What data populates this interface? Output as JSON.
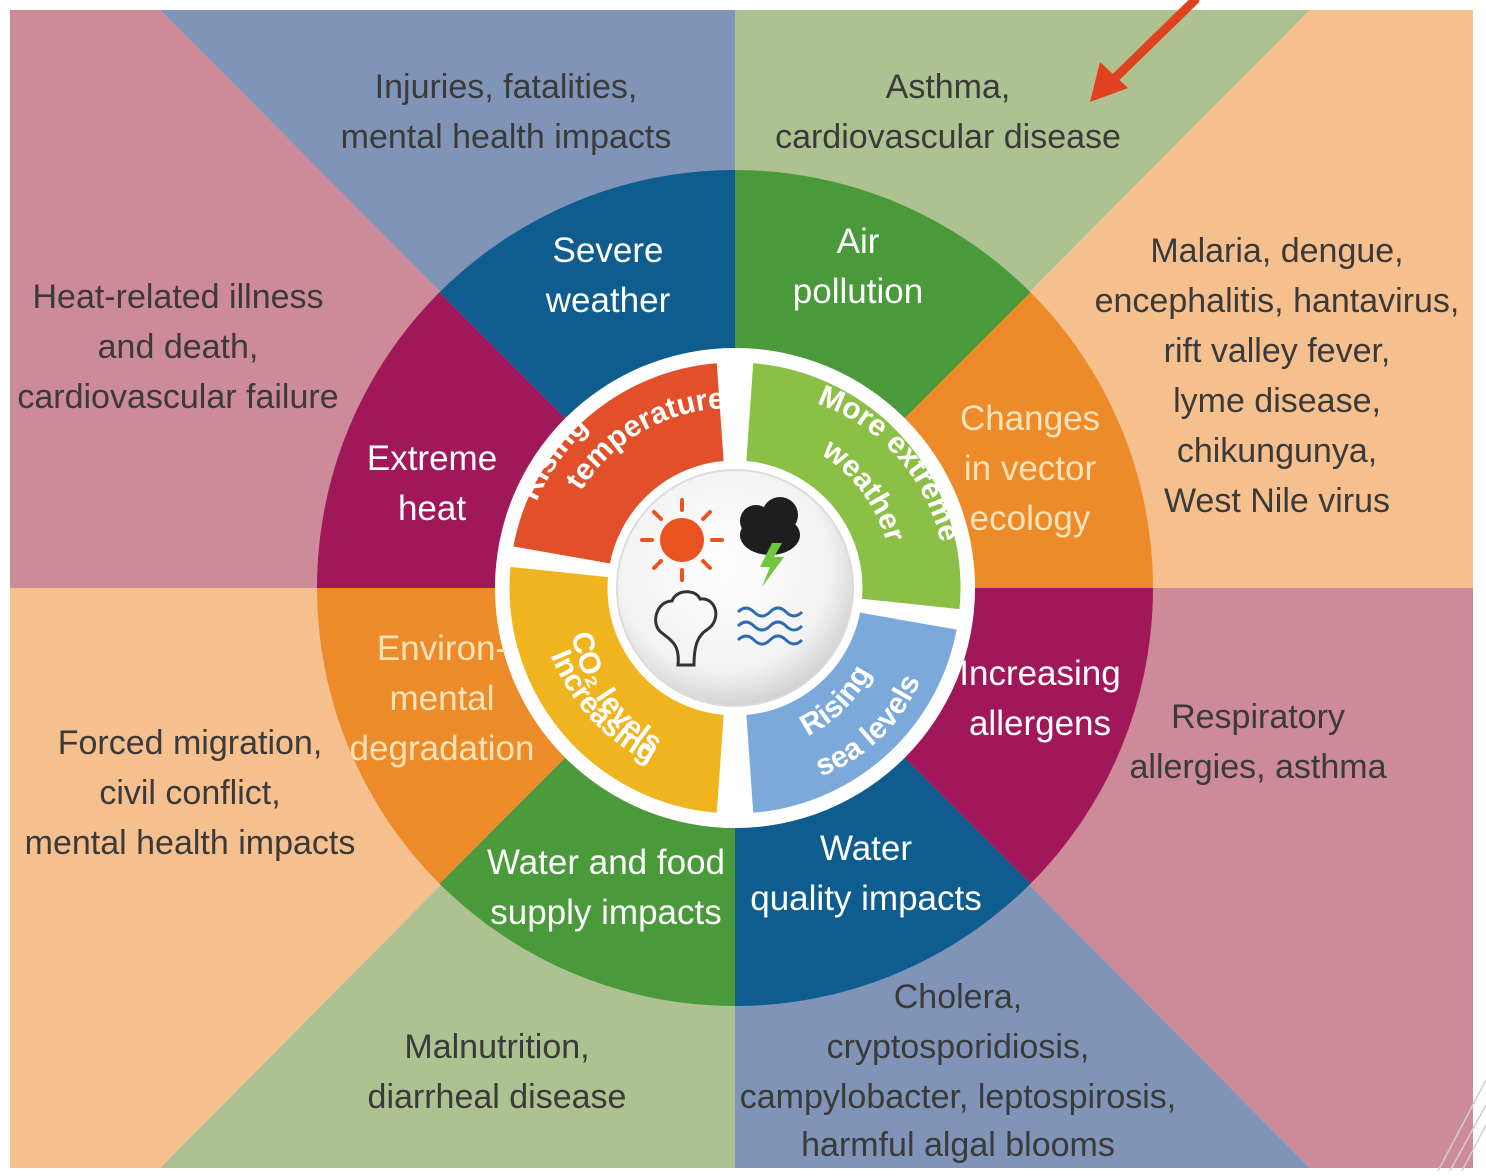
{
  "colors": {
    "sector_rose": "#cd8a99",
    "sector_slate": "#7f94b6",
    "sector_sage": "#adc290",
    "sector_peach": "#f6c08e",
    "ring_blue": "#0f5d8e",
    "ring_green": "#4a9a3c",
    "ring_orange": "#ed8b2b",
    "ring_maroon": "#a0185a",
    "inner_red": "#e2502a",
    "inner_green": "#8bbf46",
    "inner_lightblue": "#7aa9da",
    "inner_yellow": "#f0b41e",
    "arrow": "#e0411f"
  },
  "outer_impacts": {
    "top_left": [
      "Injuries, fatalities,",
      "mental health impacts"
    ],
    "top_right": [
      "Asthma,",
      "cardiovascular disease"
    ],
    "upper_left": [
      "Heat-related illness",
      "and death,",
      "cardiovascular failure"
    ],
    "upper_right": [
      "Malaria, dengue,",
      "encephalitis, hantavirus,",
      "rift valley fever,",
      "lyme disease,",
      "chikungunya,",
      "West Nile virus"
    ],
    "lower_left": [
      "Forced migration,",
      "civil conflict,",
      "mental health impacts"
    ],
    "lower_right": [
      "Respiratory",
      "allergies, asthma"
    ],
    "bottom_left": [
      "Malnutrition,",
      "diarrheal disease"
    ],
    "bottom_right": [
      "Cholera,",
      "cryptosporidiosis,",
      "campylobacter, leptospirosis,",
      "harmful algal blooms"
    ]
  },
  "ring_segments": {
    "severe_weather": [
      "Severe",
      "weather"
    ],
    "air_pollution": [
      "Air",
      "pollution"
    ],
    "vector_ecology": [
      "Changes",
      "in vector",
      "ecology"
    ],
    "allergens": [
      "Increasing",
      "allergens"
    ],
    "water_quality": [
      "Water",
      "quality impacts"
    ],
    "water_food": [
      "Water and food",
      "supply impacts"
    ],
    "environmental": [
      "Environ-",
      "mental",
      "degradation"
    ],
    "extreme_heat": [
      "Extreme",
      "heat"
    ]
  },
  "drivers": {
    "rising_temperatures": [
      "Rising",
      "temperatures"
    ],
    "more_extreme_weather": [
      "More extreme",
      "weather"
    ],
    "rising_sea_levels": [
      "Rising",
      "sea levels"
    ],
    "increasing_co2": [
      "Increasing",
      "CO₂ levels"
    ]
  },
  "center_icons": [
    "sun-icon",
    "storm-cloud-icon",
    "smoke-plume-icon",
    "waves-icon"
  ]
}
